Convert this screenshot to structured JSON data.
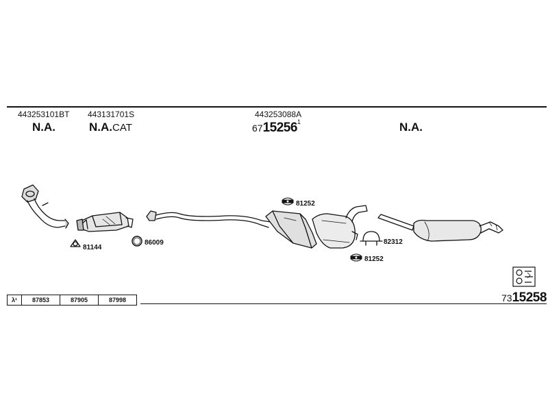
{
  "header": {
    "part1": {
      "number": "443253101BT",
      "status": "N.A."
    },
    "part2": {
      "number": "443131701S",
      "status": "N.A.",
      "suffix": "CAT"
    },
    "part3": {
      "number": "443253088A",
      "prefix": "67",
      "code": "15256",
      "sup": "1"
    },
    "part4": {
      "status": "N.A."
    }
  },
  "labels": {
    "l81144": "81144",
    "l86009": "86009",
    "l81252_top": "81252",
    "l81252_bottom": "81252",
    "l82312": "82312"
  },
  "footer_table": {
    "lambda": "λ¹",
    "cells": [
      "87853",
      "87905",
      "87998"
    ]
  },
  "kit": {
    "prefix": "73",
    "code": "15258"
  }
}
